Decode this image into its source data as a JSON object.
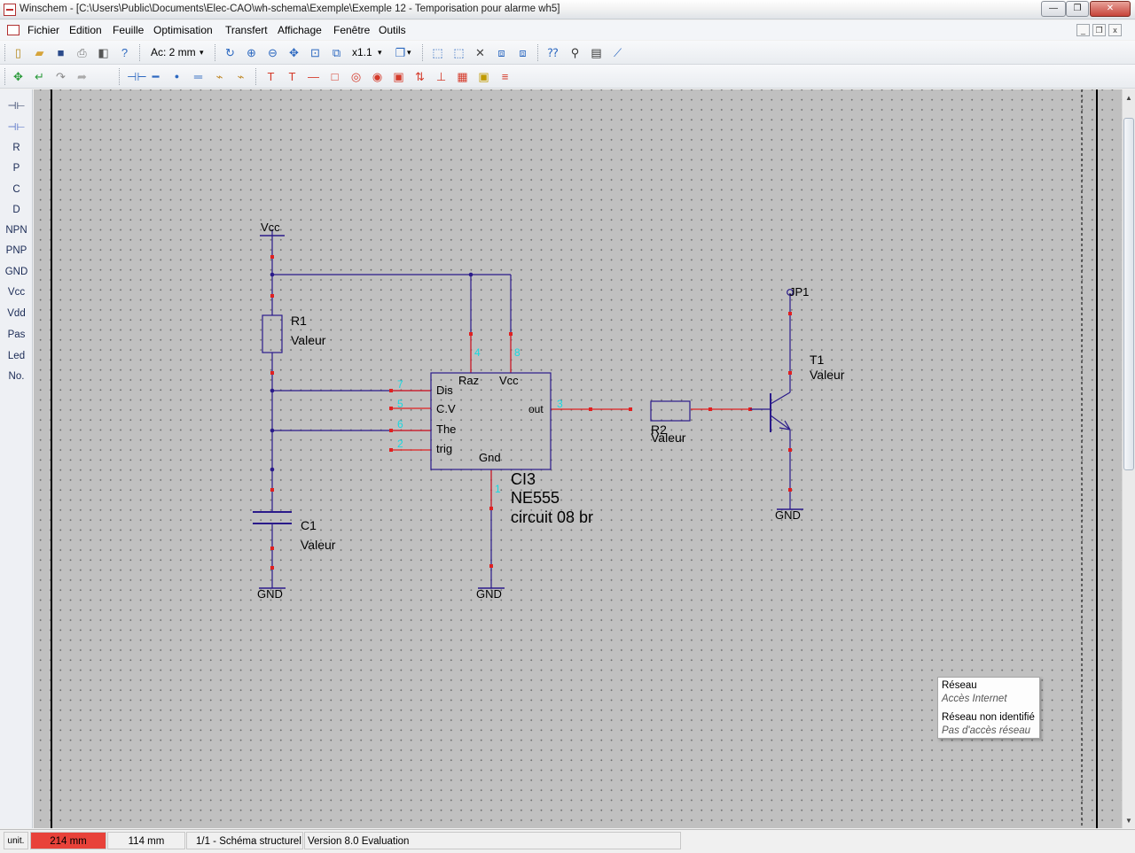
{
  "window": {
    "title": "Winschem - [C:\\Users\\Public\\Documents\\Elec-CAO\\wh-schema\\Exemple\\Exemple 12 - Temporisation pour alarme wh5]",
    "minimize": "—",
    "restore": "❐",
    "close": "✕"
  },
  "menu": {
    "items": [
      "Fichier",
      "Edition",
      "Feuille",
      "Optimisation",
      "Transfert",
      "Affichage",
      "Fenêtre",
      "Outils"
    ],
    "mdi_minimize": "_",
    "mdi_restore": "❐",
    "mdi_close": "x"
  },
  "toolbar1": {
    "grid_label": "Ac: 2 mm",
    "zoom_label": "x1.1",
    "dropdown_arrow": "▾"
  },
  "palette": {
    "items": [
      "R",
      "P",
      "C",
      "D",
      "NPN",
      "PNP",
      "GND",
      "Vcc",
      "Vdd",
      "Pas",
      "Led",
      "No."
    ]
  },
  "schematic": {
    "vcc_label": "Vcc",
    "r1": {
      "ref": "R1",
      "value": "Valeur"
    },
    "c1": {
      "ref": "C1",
      "value": "Valeur"
    },
    "gnd_c1": "GND",
    "gnd_ic": "GND",
    "gnd_t1": "GND",
    "ic": {
      "pin_names": {
        "dis": "Dis",
        "cv": "C.V",
        "the": "The",
        "trig": "trig",
        "raz": "Raz",
        "vcc": "Vcc",
        "out": "out",
        "gnd": "Gnd"
      },
      "pin_numbers": {
        "dis": "7",
        "cv": "5",
        "the": "6",
        "trig": "2",
        "raz": "4",
        "vcc": "8",
        "out": "3",
        "gnd": "1"
      },
      "ref": "CI3",
      "type": "NE555",
      "package": "circuit 08 br"
    },
    "r2": {
      "ref": "R2",
      "value": "Valeur"
    },
    "t1": {
      "ref": "T1",
      "value": "Valeur"
    },
    "jp1": "JP1"
  },
  "tooltip": {
    "line1": "Réseau",
    "line2": "Accès Internet",
    "line3": "Réseau non identifié",
    "line4": "Pas d'accès réseau"
  },
  "statusbar": {
    "unit": "unit.",
    "x_pos": "214 mm",
    "y_pos": "114 mm",
    "sheet": "1/1 - Schéma structurel",
    "version": "Version 8.0 Evaluation"
  },
  "colors": {
    "wire": "#2a1a8a",
    "pin_red": "#e02020",
    "pin_number": "#18d8e0",
    "canvas_bg": "#c0c0c0",
    "status_red": "#e8423a"
  }
}
